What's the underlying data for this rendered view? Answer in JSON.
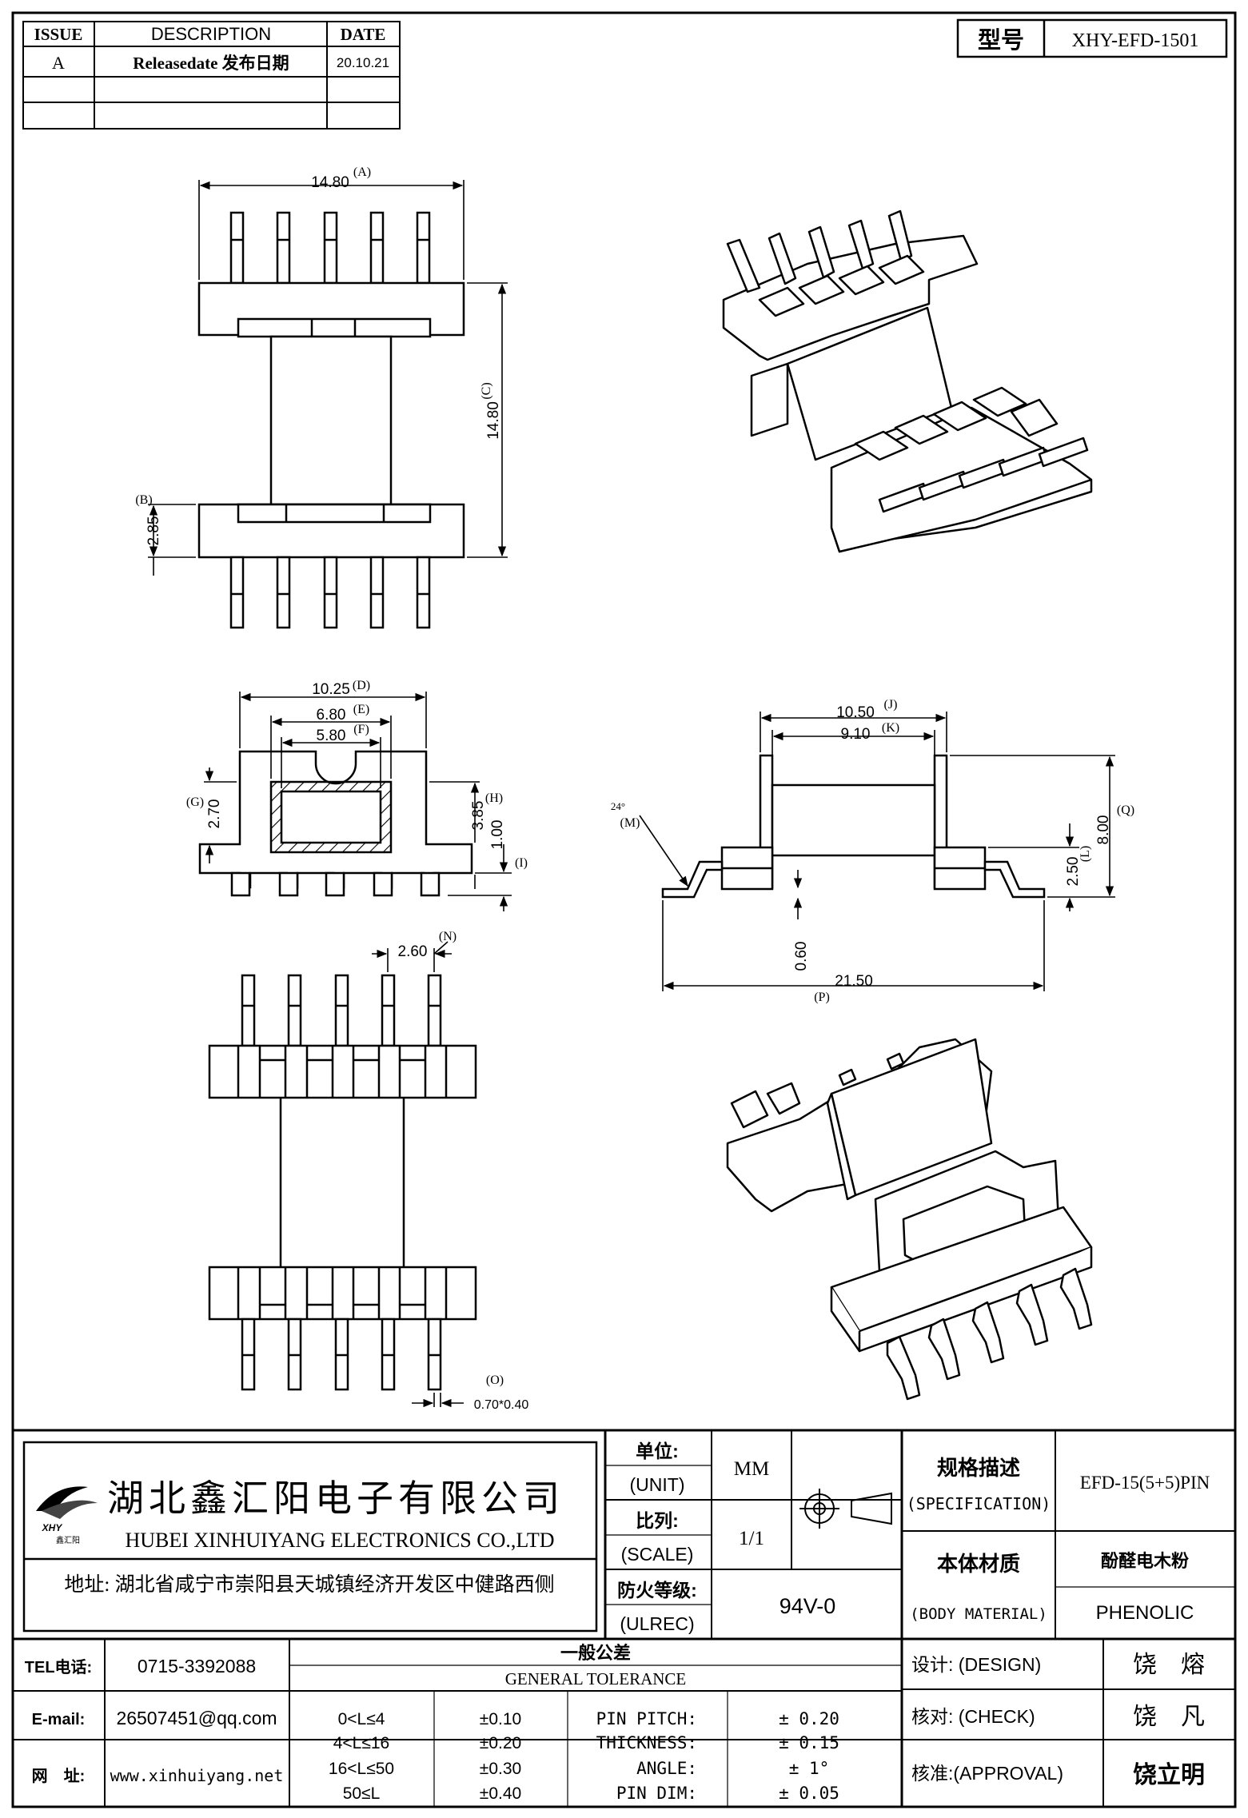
{
  "revision_table": {
    "headers": {
      "issue": "ISSUE",
      "description": "DESCRIPTION",
      "date": "DATE"
    },
    "rows": [
      {
        "issue": "A",
        "description": "Releasedate 发布日期",
        "date": "20.10.21"
      },
      {
        "issue": "",
        "description": "",
        "date": ""
      },
      {
        "issue": "",
        "description": "",
        "date": ""
      }
    ]
  },
  "model_box": {
    "label": "型号",
    "value": "XHY-EFD-1501"
  },
  "dimensions": {
    "A": {
      "value": "14.80",
      "tag": "(A)"
    },
    "B": {
      "value": "2.85",
      "tag": "(B)"
    },
    "C": {
      "value": "14.80",
      "tag": "(C)"
    },
    "D": {
      "value": "10.25",
      "tag": "(D)"
    },
    "E": {
      "value": "6.80",
      "tag": "(E)"
    },
    "F": {
      "value": "5.80",
      "tag": "(F)"
    },
    "G": {
      "value": "2.70",
      "tag": "(G)"
    },
    "H": {
      "value": "3.85",
      "tag": "(H)"
    },
    "I": {
      "value": "1.00",
      "tag": "(I)"
    },
    "J": {
      "value": "10.50",
      "tag": "(J)"
    },
    "K": {
      "value": "9.10",
      "tag": "(K)"
    },
    "L": {
      "value": "2.50",
      "tag": "(L)"
    },
    "M": {
      "value": "24°",
      "tag": "(M)"
    },
    "N": {
      "value": "2.60",
      "tag": "(N)"
    },
    "O": {
      "value": "0.70*0.40",
      "tag": "(O)"
    },
    "P": {
      "value": "21.50",
      "tag": "(P)"
    },
    "Q": {
      "value": "8.00",
      "tag": "(Q)"
    },
    "pin_offset": {
      "value": "0.60"
    }
  },
  "company": {
    "name_cn": "湖北鑫汇阳电子有限公司",
    "name_en": "HUBEI XINHUIYANG ELECTRONICS CO.,LTD",
    "logo_text": "XHY",
    "logo_sub": "鑫汇阳",
    "address": "地址: 湖北省咸宁市崇阳县天城镇经济开发区中健路西侧"
  },
  "specs": {
    "unit_label_cn": "单位:",
    "unit_label_en": "(UNIT)",
    "unit_value": "MM",
    "scale_label_cn": "比列:",
    "scale_label_en": "(SCALE)",
    "scale_value": "1/1",
    "ulrec_label_cn": "防火等级:",
    "ulrec_label_en": "(ULREC)",
    "ulrec_value": "94V-0",
    "spec_label_cn": "规格描述",
    "spec_label_en": "(SPECIFICATION)",
    "spec_value": "EFD-15(5+5)PIN",
    "material_label_cn": "本体材质",
    "material_label_en": "(BODY MATERIAL)",
    "material_value_cn": "酚醛电木粉",
    "material_value_en": "PHENOLIC"
  },
  "contact": {
    "tel_label": "TEL电话:",
    "tel_value": "0715-3392088",
    "email_label": "E-mail:",
    "email_value": "26507451@qq.com",
    "web_label": "网　址:",
    "web_value": "www.xinhuiyang.net"
  },
  "tolerance": {
    "title_cn": "一般公差",
    "title_en": "GENERAL TOLERANCE",
    "ranges": [
      {
        "range": "0<L≤4",
        "tol": "±0.10"
      },
      {
        "range": "4<L≤16",
        "tol": "±0.20"
      },
      {
        "range": "16<L≤50",
        "tol": "±0.30"
      },
      {
        "range": "50≤L",
        "tol": "±0.40"
      }
    ],
    "items": [
      {
        "label": "PIN PITCH:",
        "value": "± 0.20"
      },
      {
        "label": "THICKNESS:",
        "value": "± 0.15"
      },
      {
        "label": "ANGLE:",
        "value": "± 1°"
      },
      {
        "label": "PIN DIM:",
        "value": "± 0.05"
      }
    ]
  },
  "approvals": [
    {
      "label": "设计: (DESIGN)",
      "name": "饶　熔"
    },
    {
      "label": "核对: (CHECK)",
      "name": "饶　凡"
    },
    {
      "label": "核准:(APPROVAL)",
      "name": "饶立明"
    }
  ]
}
